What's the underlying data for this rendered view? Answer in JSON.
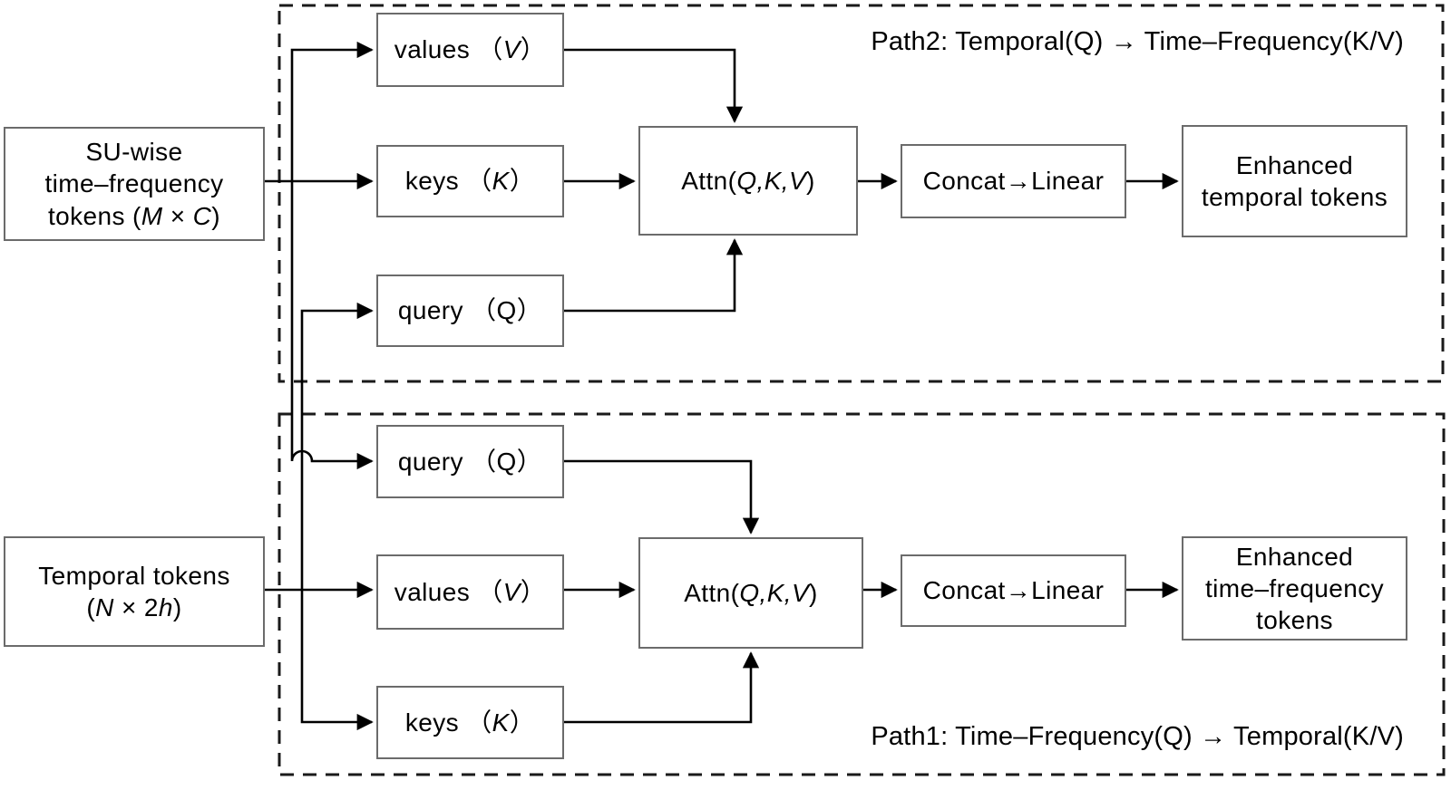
{
  "diagram": {
    "background": "#ffffff",
    "line_color": "#000000",
    "box_border_color": "#6b6b6b",
    "dashed_border_color": "#1a1a1a",
    "text_color": "#000000"
  },
  "inputs": {
    "su_tokens": {
      "lines": [
        [
          {
            "text": "SU-wise"
          }
        ],
        [
          {
            "text": "time–frequency"
          }
        ],
        [
          {
            "text": "tokens ("
          },
          {
            "text": "M",
            "italic": true
          },
          {
            "text": " × "
          },
          {
            "text": "C",
            "italic": true
          },
          {
            "text": ")"
          }
        ]
      ]
    },
    "temporal_tokens": {
      "lines": [
        [
          {
            "text": "Temporal tokens"
          }
        ],
        [
          {
            "text": "("
          },
          {
            "text": "N",
            "italic": true
          },
          {
            "text": " × 2"
          },
          {
            "text": "h",
            "italic": true
          },
          {
            "text": ")"
          }
        ]
      ]
    }
  },
  "path2": {
    "label": "Path2: Temporal(Q) → Time–Frequency(K/V)",
    "values_box": {
      "lines": [
        [
          {
            "text": "values （"
          },
          {
            "text": "V",
            "italic": true
          },
          {
            "text": "）"
          }
        ]
      ]
    },
    "keys_box": {
      "lines": [
        [
          {
            "text": "keys （"
          },
          {
            "text": "K",
            "italic": true
          },
          {
            "text": "）"
          }
        ]
      ]
    },
    "query_box": {
      "lines": [
        [
          {
            "text": "query （Q）"
          }
        ]
      ]
    },
    "attn_box": {
      "lines": [
        [
          {
            "text": "Attn("
          },
          {
            "text": "Q,K,V",
            "italic": true
          },
          {
            "text": ")"
          }
        ]
      ]
    },
    "concat_box": {
      "lines": [
        [
          {
            "text": "Concat→Linear"
          }
        ]
      ]
    },
    "output_box": {
      "lines": [
        [
          {
            "text": "Enhanced"
          }
        ],
        [
          {
            "text": "temporal tokens"
          }
        ]
      ]
    }
  },
  "path1": {
    "label": "Path1: Time–Frequency(Q) → Temporal(K/V)",
    "query_box": {
      "lines": [
        [
          {
            "text": "query （Q）"
          }
        ]
      ]
    },
    "values_box": {
      "lines": [
        [
          {
            "text": "values （"
          },
          {
            "text": "V",
            "italic": true
          },
          {
            "text": "）"
          }
        ]
      ]
    },
    "keys_box": {
      "lines": [
        [
          {
            "text": "keys （"
          },
          {
            "text": "K",
            "italic": true
          },
          {
            "text": "）"
          }
        ]
      ]
    },
    "attn_box": {
      "lines": [
        [
          {
            "text": "Attn("
          },
          {
            "text": "Q,K,V",
            "italic": true
          },
          {
            "text": ")"
          }
        ]
      ]
    },
    "concat_box": {
      "lines": [
        [
          {
            "text": "Concat→Linear"
          }
        ]
      ]
    },
    "output_box": {
      "lines": [
        [
          {
            "text": "Enhanced"
          }
        ],
        [
          {
            "text": "time–frequency"
          }
        ],
        [
          {
            "text": "tokens"
          }
        ]
      ]
    }
  }
}
